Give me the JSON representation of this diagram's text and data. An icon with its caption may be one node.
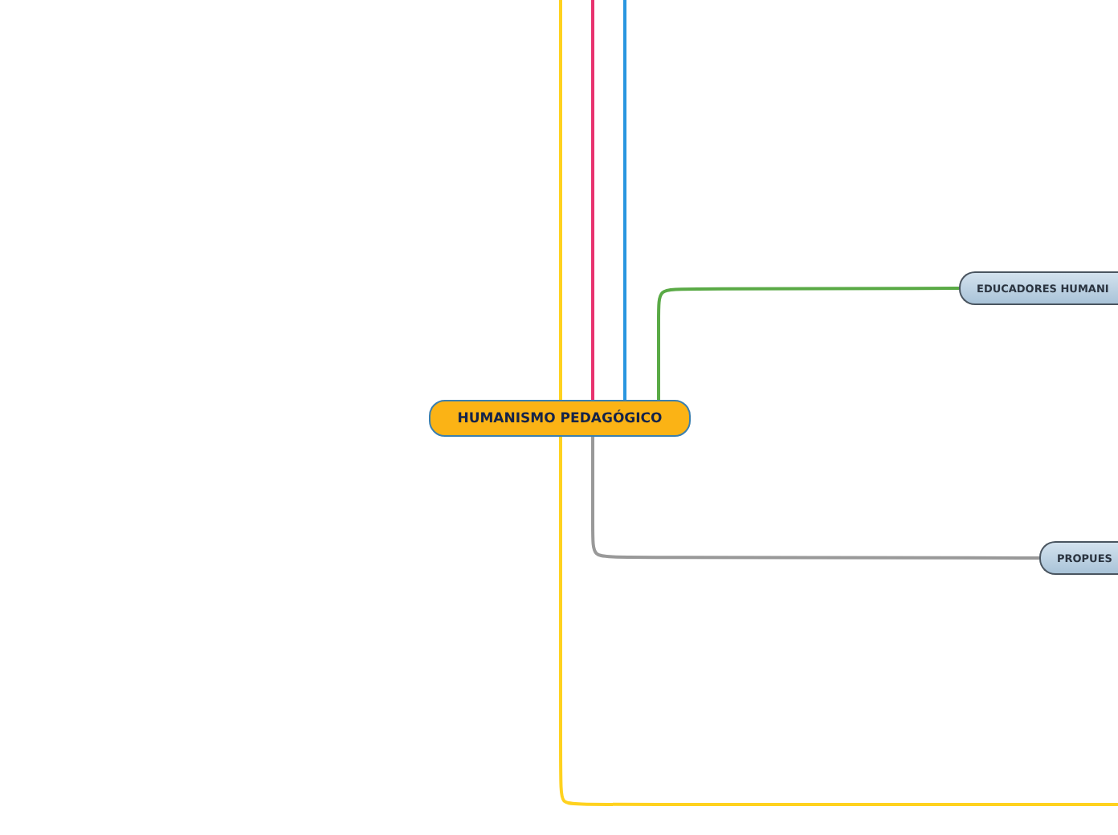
{
  "diagram": {
    "nodes": [
      {
        "text": [
          "HUMANISMO PEDAGÓGICO"
        ]
      },
      {
        "text": [
          "EDUCADORES HUMANI"
        ]
      },
      {
        "text": [
          "PROPUES"
        ]
      }
    ],
    "edges": [
      {
        "from": 0,
        "to": null,
        "arrow": "none",
        "color": "#ffd21f"
      },
      {
        "from": 0,
        "to": null,
        "arrow": "none",
        "color": "#e8326e"
      },
      {
        "from": 0,
        "to": null,
        "arrow": "none",
        "color": "#2a96e0"
      },
      {
        "from": 0,
        "to": 1,
        "arrow": "none",
        "color": "#5aaa46"
      },
      {
        "from": 0,
        "to": 2,
        "arrow": "none",
        "color": "#999999"
      },
      {
        "from": 0,
        "to": null,
        "arrow": "none",
        "color": "#ffd21f"
      }
    ]
  }
}
